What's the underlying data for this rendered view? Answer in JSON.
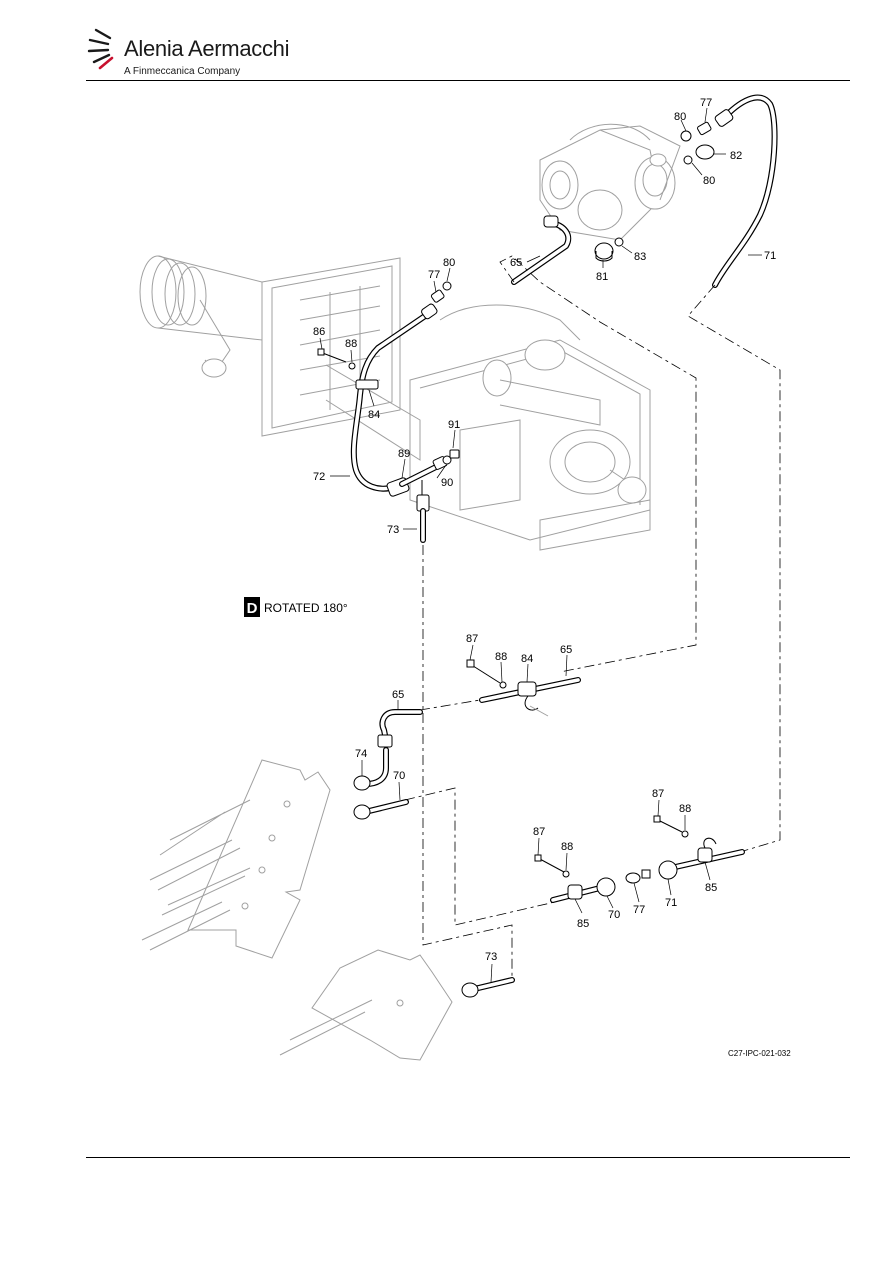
{
  "header": {
    "brand": "Alenia Aermacchi",
    "tagline": "A Finmeccanica Company"
  },
  "view": {
    "marker": "D",
    "rotation_note": "ROTATED 180°"
  },
  "figure_id": "C27-IPC-021-032",
  "callouts": {
    "c77a": "77",
    "c80a": "80",
    "c82": "82",
    "c80b": "80",
    "c65a": "65",
    "c83": "83",
    "c81": "81",
    "c71a": "71",
    "c77b": "77",
    "c80c": "80",
    "c86": "86",
    "c88a": "88",
    "c84a": "84",
    "c91": "91",
    "c89": "89",
    "c72": "72",
    "c90": "90",
    "c73a": "73",
    "c87a": "87",
    "c88b": "88",
    "c84b": "84",
    "c65b": "65",
    "c65c": "65",
    "c74": "74",
    "c70a": "70",
    "c87b": "87",
    "c88c": "88",
    "c87c": "87",
    "c88d": "88",
    "c85a": "85",
    "c70b": "70",
    "c77c": "77",
    "c71b": "71",
    "c85b": "85",
    "c73b": "73"
  },
  "colors": {
    "ink": "#000000",
    "ghost": "#a0a0a0",
    "logo_red": "#c8102e"
  }
}
